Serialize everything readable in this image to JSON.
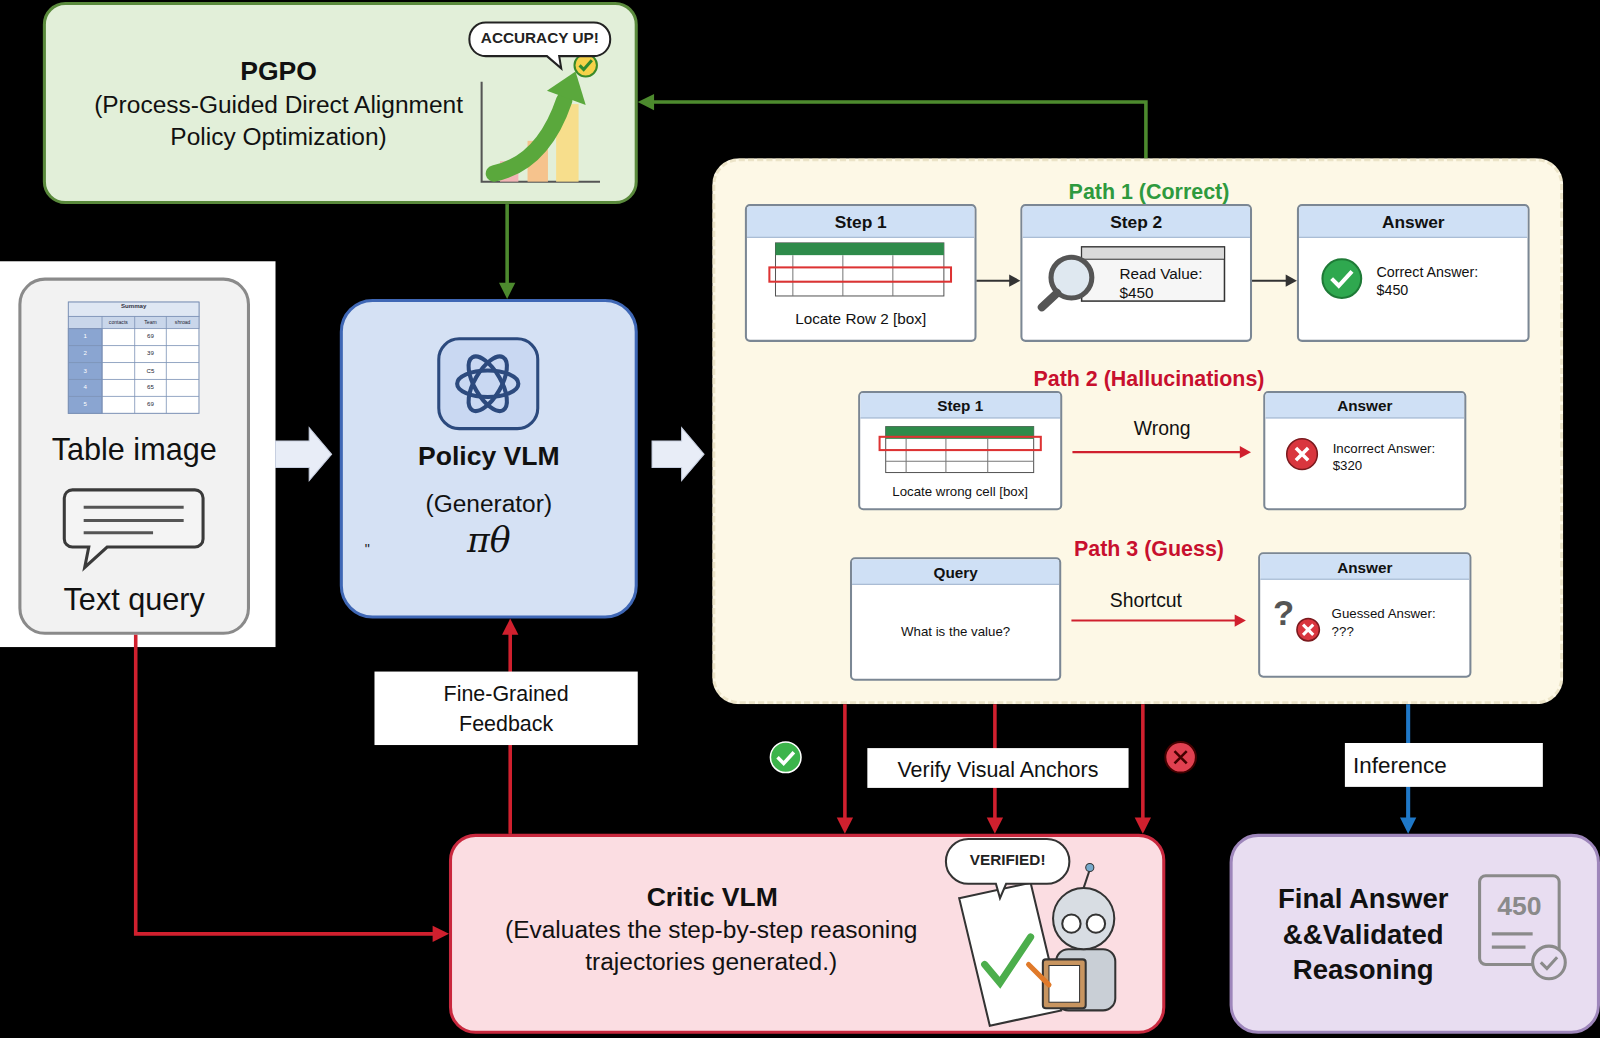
{
  "diagram": {
    "nodes": [
      {
        "text": [
          "PGPO",
          "(Process-Guided Direct Alignment Policy Optimization)"
        ]
      },
      {
        "text": [
          "Table image",
          "Text query"
        ]
      },
      {
        "text": [
          "Policy VLM",
          "(Generator)",
          "πθ"
        ]
      },
      {
        "text": [
          "Path 1 (Correct)",
          "Path 2 (Hallucinations)",
          "Path 3 (Guess)"
        ]
      },
      {
        "text": [
          "Step 1",
          "Locate Row 2 [box]"
        ],
        "in": 3
      },
      {
        "text": [
          "Step 2",
          "Read Value: $450"
        ],
        "in": 3
      },
      {
        "text": [
          "Answer",
          "Correct Answer: $450"
        ],
        "in": 3
      },
      {
        "text": [
          "Step 1",
          "Locate wrong cell [box]"
        ],
        "in": 3
      },
      {
        "text": [
          "Answer",
          "Incorrect Answer: $320"
        ],
        "in": 3
      },
      {
        "text": [
          "Query",
          "What is the value?"
        ],
        "in": 3
      },
      {
        "text": [
          "Answer",
          "Guessed Answer: ???"
        ],
        "in": 3
      },
      {
        "text": [
          "Critic VLM",
          "(Evaluates the step-by-step reasoning trajectories generated.)"
        ]
      },
      {
        "text": [
          "Final Answer &&Validated Reasoning"
        ]
      }
    ],
    "edges": [
      {
        "from": 1,
        "to": 2,
        "arrow": "to"
      },
      {
        "from": 2,
        "to": 3,
        "arrow": "to"
      },
      {
        "from": 3,
        "to": 0,
        "arrow": "to"
      },
      {
        "from": 0,
        "to": 2,
        "arrow": "to"
      },
      {
        "from": 11,
        "to": 2,
        "label": "Fine-Grained Feedback",
        "arrow": "to"
      },
      {
        "from": 1,
        "to": 11,
        "arrow": "to"
      },
      {
        "from": 3,
        "to": 11,
        "arrow": "to"
      },
      {
        "from": 3,
        "to": 11,
        "label": "Verify Visual Anchors",
        "arrow": "to"
      },
      {
        "from": 3,
        "to": 11,
        "arrow": "to"
      },
      {
        "from": 3,
        "to": 12,
        "label": "Inference",
        "arrow": "to"
      },
      {
        "from": 4,
        "to": 5,
        "arrow": "to"
      },
      {
        "from": 5,
        "to": 6,
        "arrow": "to"
      },
      {
        "from": 7,
        "to": 8,
        "label": "Wrong",
        "arrow": "to"
      },
      {
        "from": 9,
        "to": 10,
        "label": "Shortcut",
        "arrow": "to"
      }
    ],
    "labels": [
      "ACCURACY UP!",
      "Summay",
      "contacts",
      "Team",
      "shroad",
      "1",
      "2",
      "3",
      "4",
      "5",
      "69",
      "39",
      "C5",
      "65",
      "69",
      "\"",
      "?",
      "VERIFIED!",
      "450"
    ]
  }
}
